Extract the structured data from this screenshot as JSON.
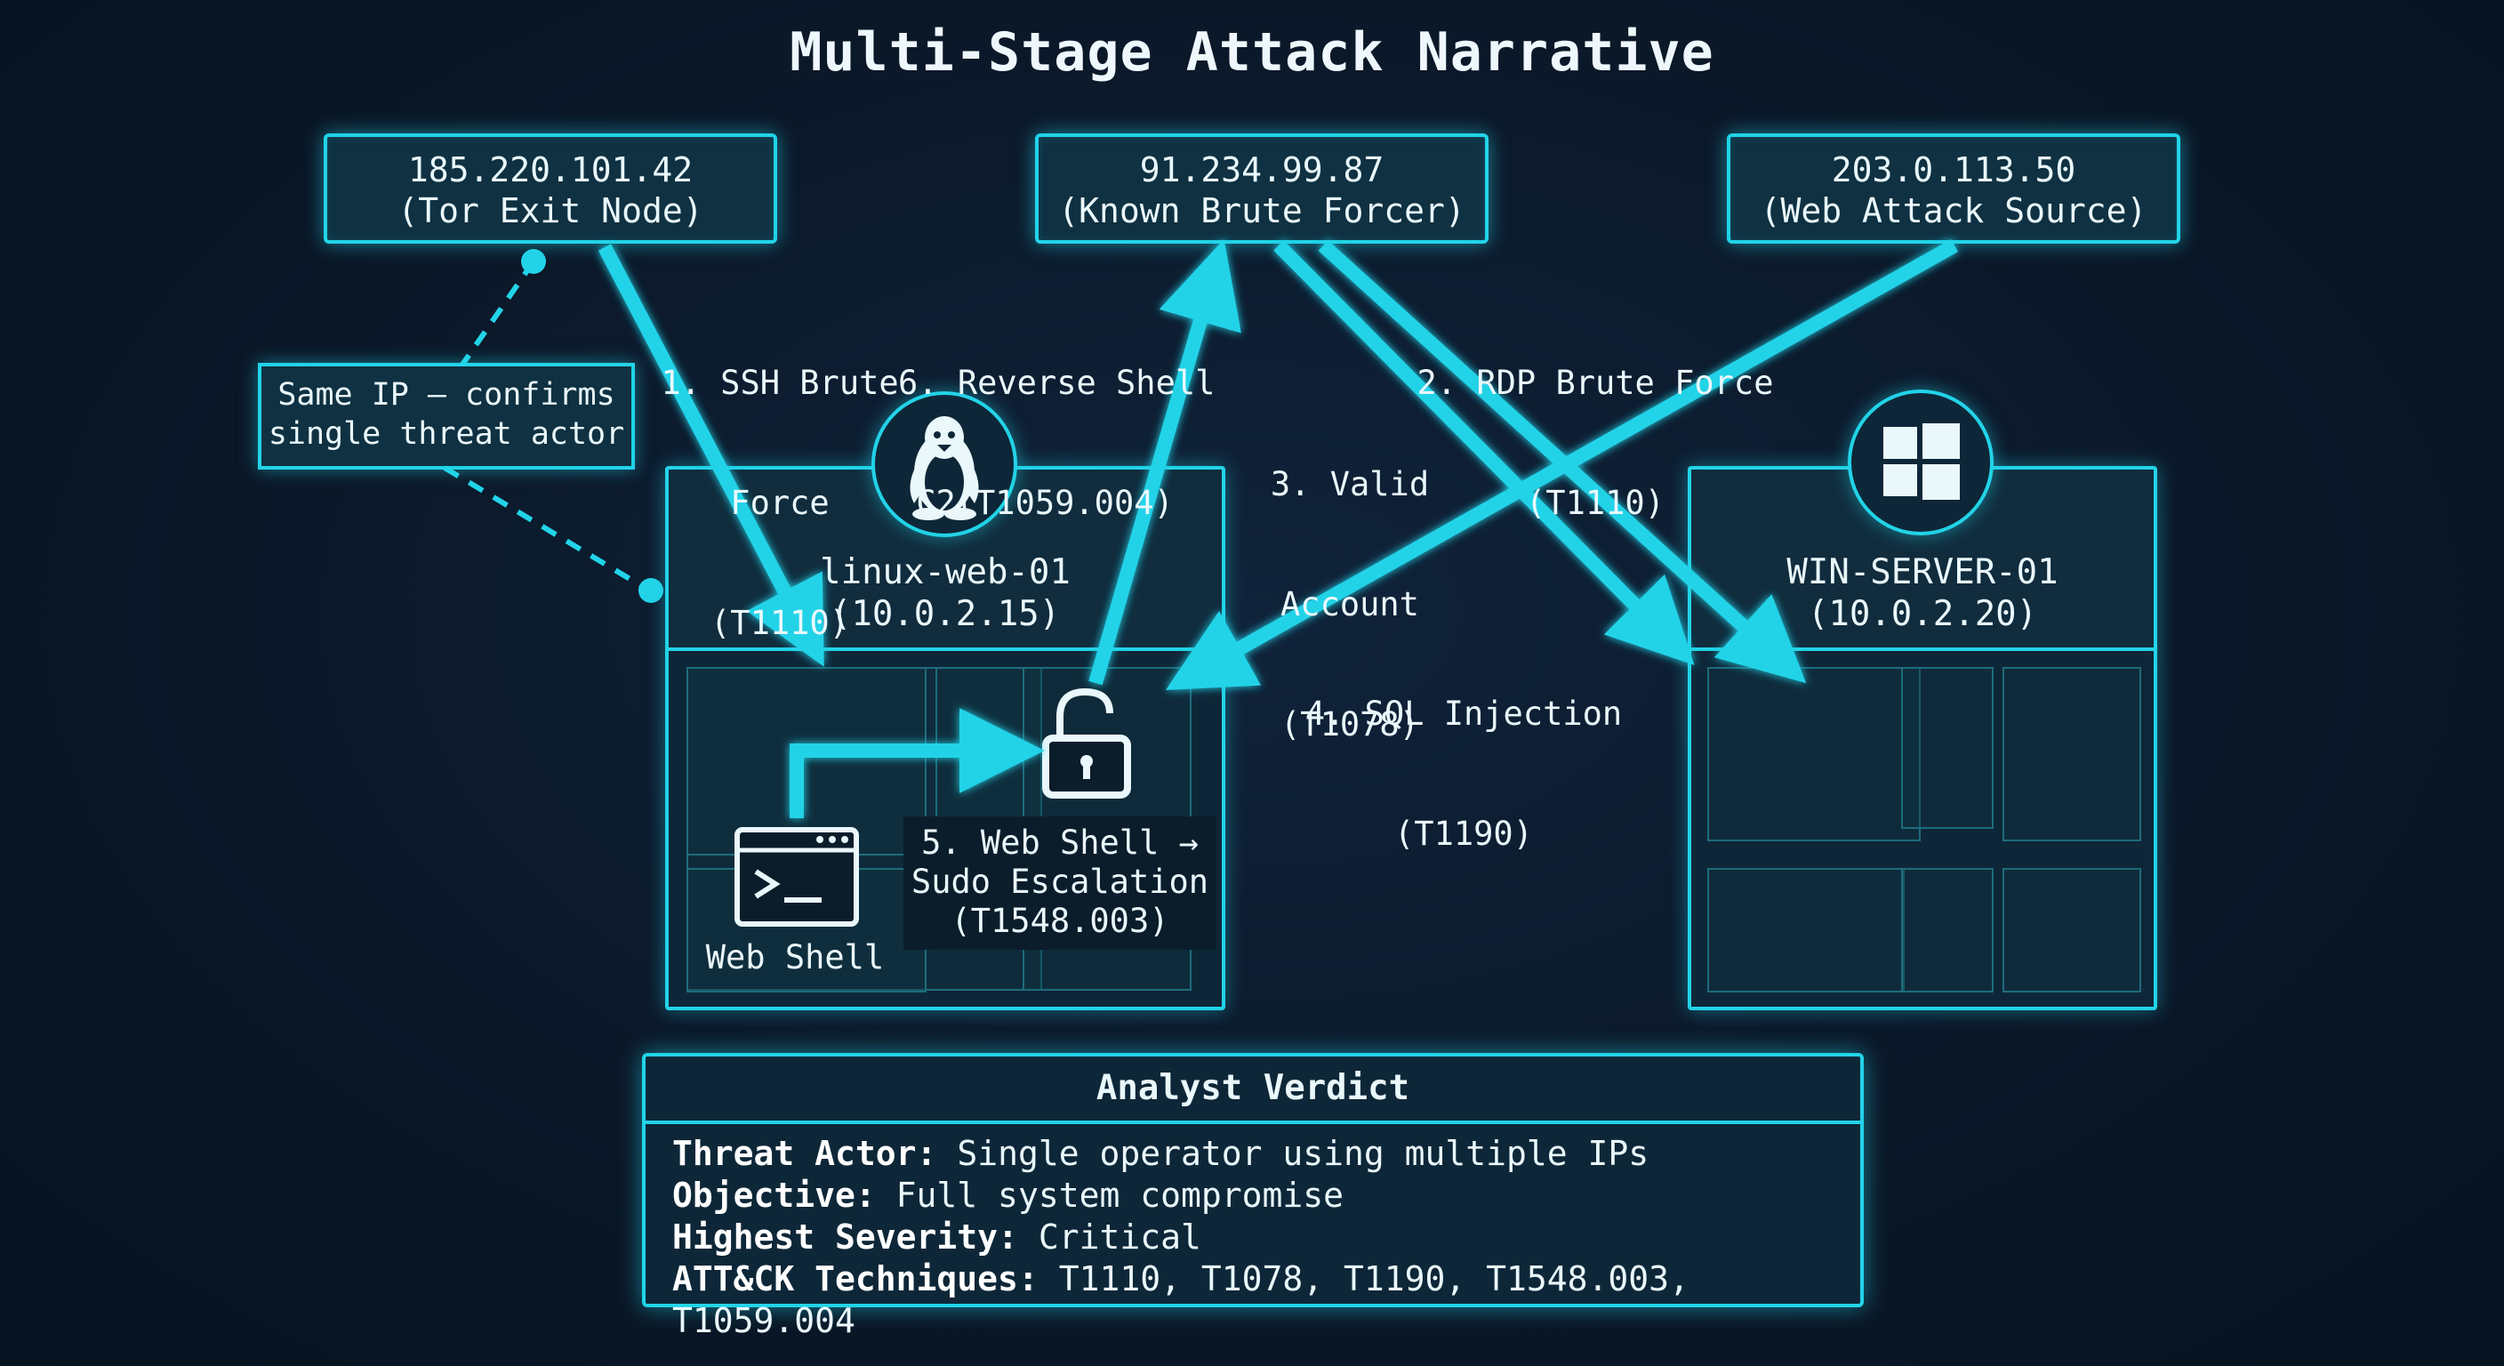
{
  "title": "Multi-Stage Attack Narrative",
  "sources": [
    {
      "ip": "185.220.101.42",
      "desc": "(Tor Exit Node)"
    },
    {
      "ip": "91.234.99.87",
      "desc": "(Known Brute Forcer)"
    },
    {
      "ip": "203.0.113.50",
      "desc": "(Web Attack Source)"
    }
  ],
  "note": {
    "line1": "Same IP — confirms",
    "line2": "single threat actor"
  },
  "steps": {
    "s1": {
      "line1": "1. SSH Brute",
      "line2": "Force",
      "line3": "(T1110)"
    },
    "s2": {
      "line1": "2. RDP Brute Force",
      "line2": "(T1110)"
    },
    "s3": {
      "line1": "3. Valid",
      "line2": "Account",
      "line3": "(T1078)"
    },
    "s4": {
      "line1": "4. SQL Injection",
      "line2": "(T1190)"
    },
    "s5": {
      "line1": "5. Web Shell →",
      "line2": "Sudo Escalation",
      "line3": "(T1548.003)"
    },
    "s6": {
      "line1": "6. Reverse Shell",
      "line2": "C2(T1059.004)"
    }
  },
  "hosts": {
    "linux": {
      "name": "linux-web-01",
      "ip": "(10.0.2.15)",
      "os_icon": "linux-penguin-icon"
    },
    "windows": {
      "name": "WIN-SERVER-01",
      "ip": "(10.0.2.20)",
      "os_icon": "windows-logo-icon"
    }
  },
  "webshell_label": "Web Shell",
  "verdict": {
    "title": "Analyst Verdict",
    "rows": [
      {
        "key": "Threat Actor:",
        "value": "Single operator using multiple IPs"
      },
      {
        "key": "Objective:",
        "value": "Full system compromise"
      },
      {
        "key": "Highest Severity:",
        "value": "Critical"
      },
      {
        "key": "ATT&CK Techniques:",
        "value": "T1110, T1078, T1190, T1548.003, T1059.004"
      }
    ]
  },
  "colors": {
    "accent": "#22d3e8",
    "background": "#0b1829",
    "panel": "#0e2738"
  }
}
